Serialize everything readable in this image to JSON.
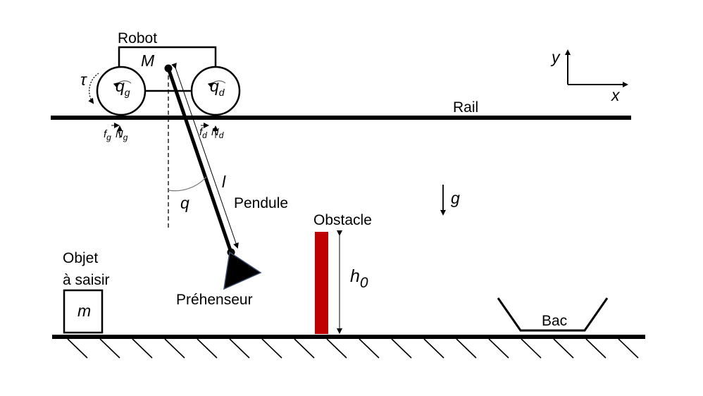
{
  "labels": {
    "robot": "Robot",
    "mass_M": "M",
    "torque": "τ",
    "wheel_left": {
      "base": "q",
      "sub": "g"
    },
    "wheel_right": {
      "base": "q",
      "sub": "d"
    },
    "rail": "Rail",
    "force_left": {
      "f": "f",
      "f_sub": "g",
      "n": "N",
      "n_sub": "g"
    },
    "force_right": {
      "f": "f",
      "f_sub": "d",
      "n": "N",
      "n_sub": "d"
    },
    "length": "l",
    "angle": "q",
    "pendulum": "Pendule",
    "gravity": "g",
    "obstacle": "Obstacle",
    "object_line1": "Objet",
    "object_line2": "à saisir",
    "mass_m": "m",
    "gripper": "Préhenseur",
    "height": {
      "base": "h",
      "sub": "0"
    },
    "bin": "Bac",
    "axis_x": "x",
    "axis_y": "y"
  },
  "colors": {
    "line": "#000000",
    "obstacle": "#c00000",
    "gripper_edge": "#3a4a6a"
  },
  "icons": {
    "gravity": "arrow-down-icon",
    "torque": "curved-arrow-icon",
    "axes": "xy-axes-icon"
  }
}
